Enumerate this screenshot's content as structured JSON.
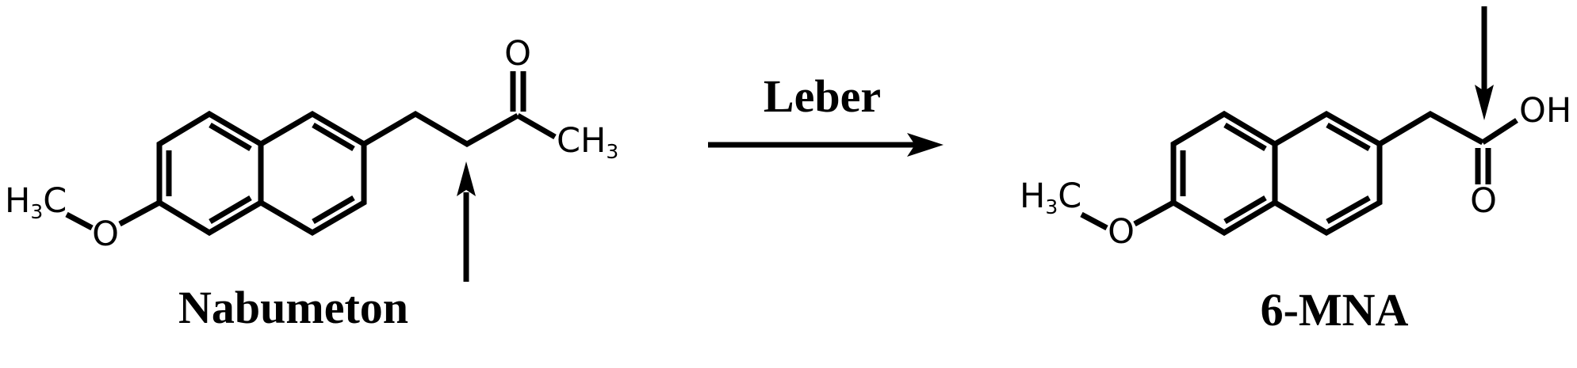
{
  "scheme": {
    "background_color": "#ffffff",
    "line_color": "#000000",
    "description_type": "chemical-reaction-scheme"
  },
  "reactant": {
    "name": "Nabumeton",
    "atom_labels": {
      "methoxy_h": "H",
      "methoxy_sub": "3",
      "methoxy_c": "C",
      "ether_o": "O",
      "ketone_o": "O",
      "methyl_ch": "CH",
      "methyl_sub": "3"
    }
  },
  "reaction": {
    "condition": "Leber"
  },
  "product": {
    "name": "6-MNA",
    "atom_labels": {
      "methoxy_h": "H",
      "methoxy_sub": "3",
      "methoxy_c": "C",
      "ether_o": "O",
      "acid_oh": "OH",
      "acid_o": "O"
    }
  }
}
